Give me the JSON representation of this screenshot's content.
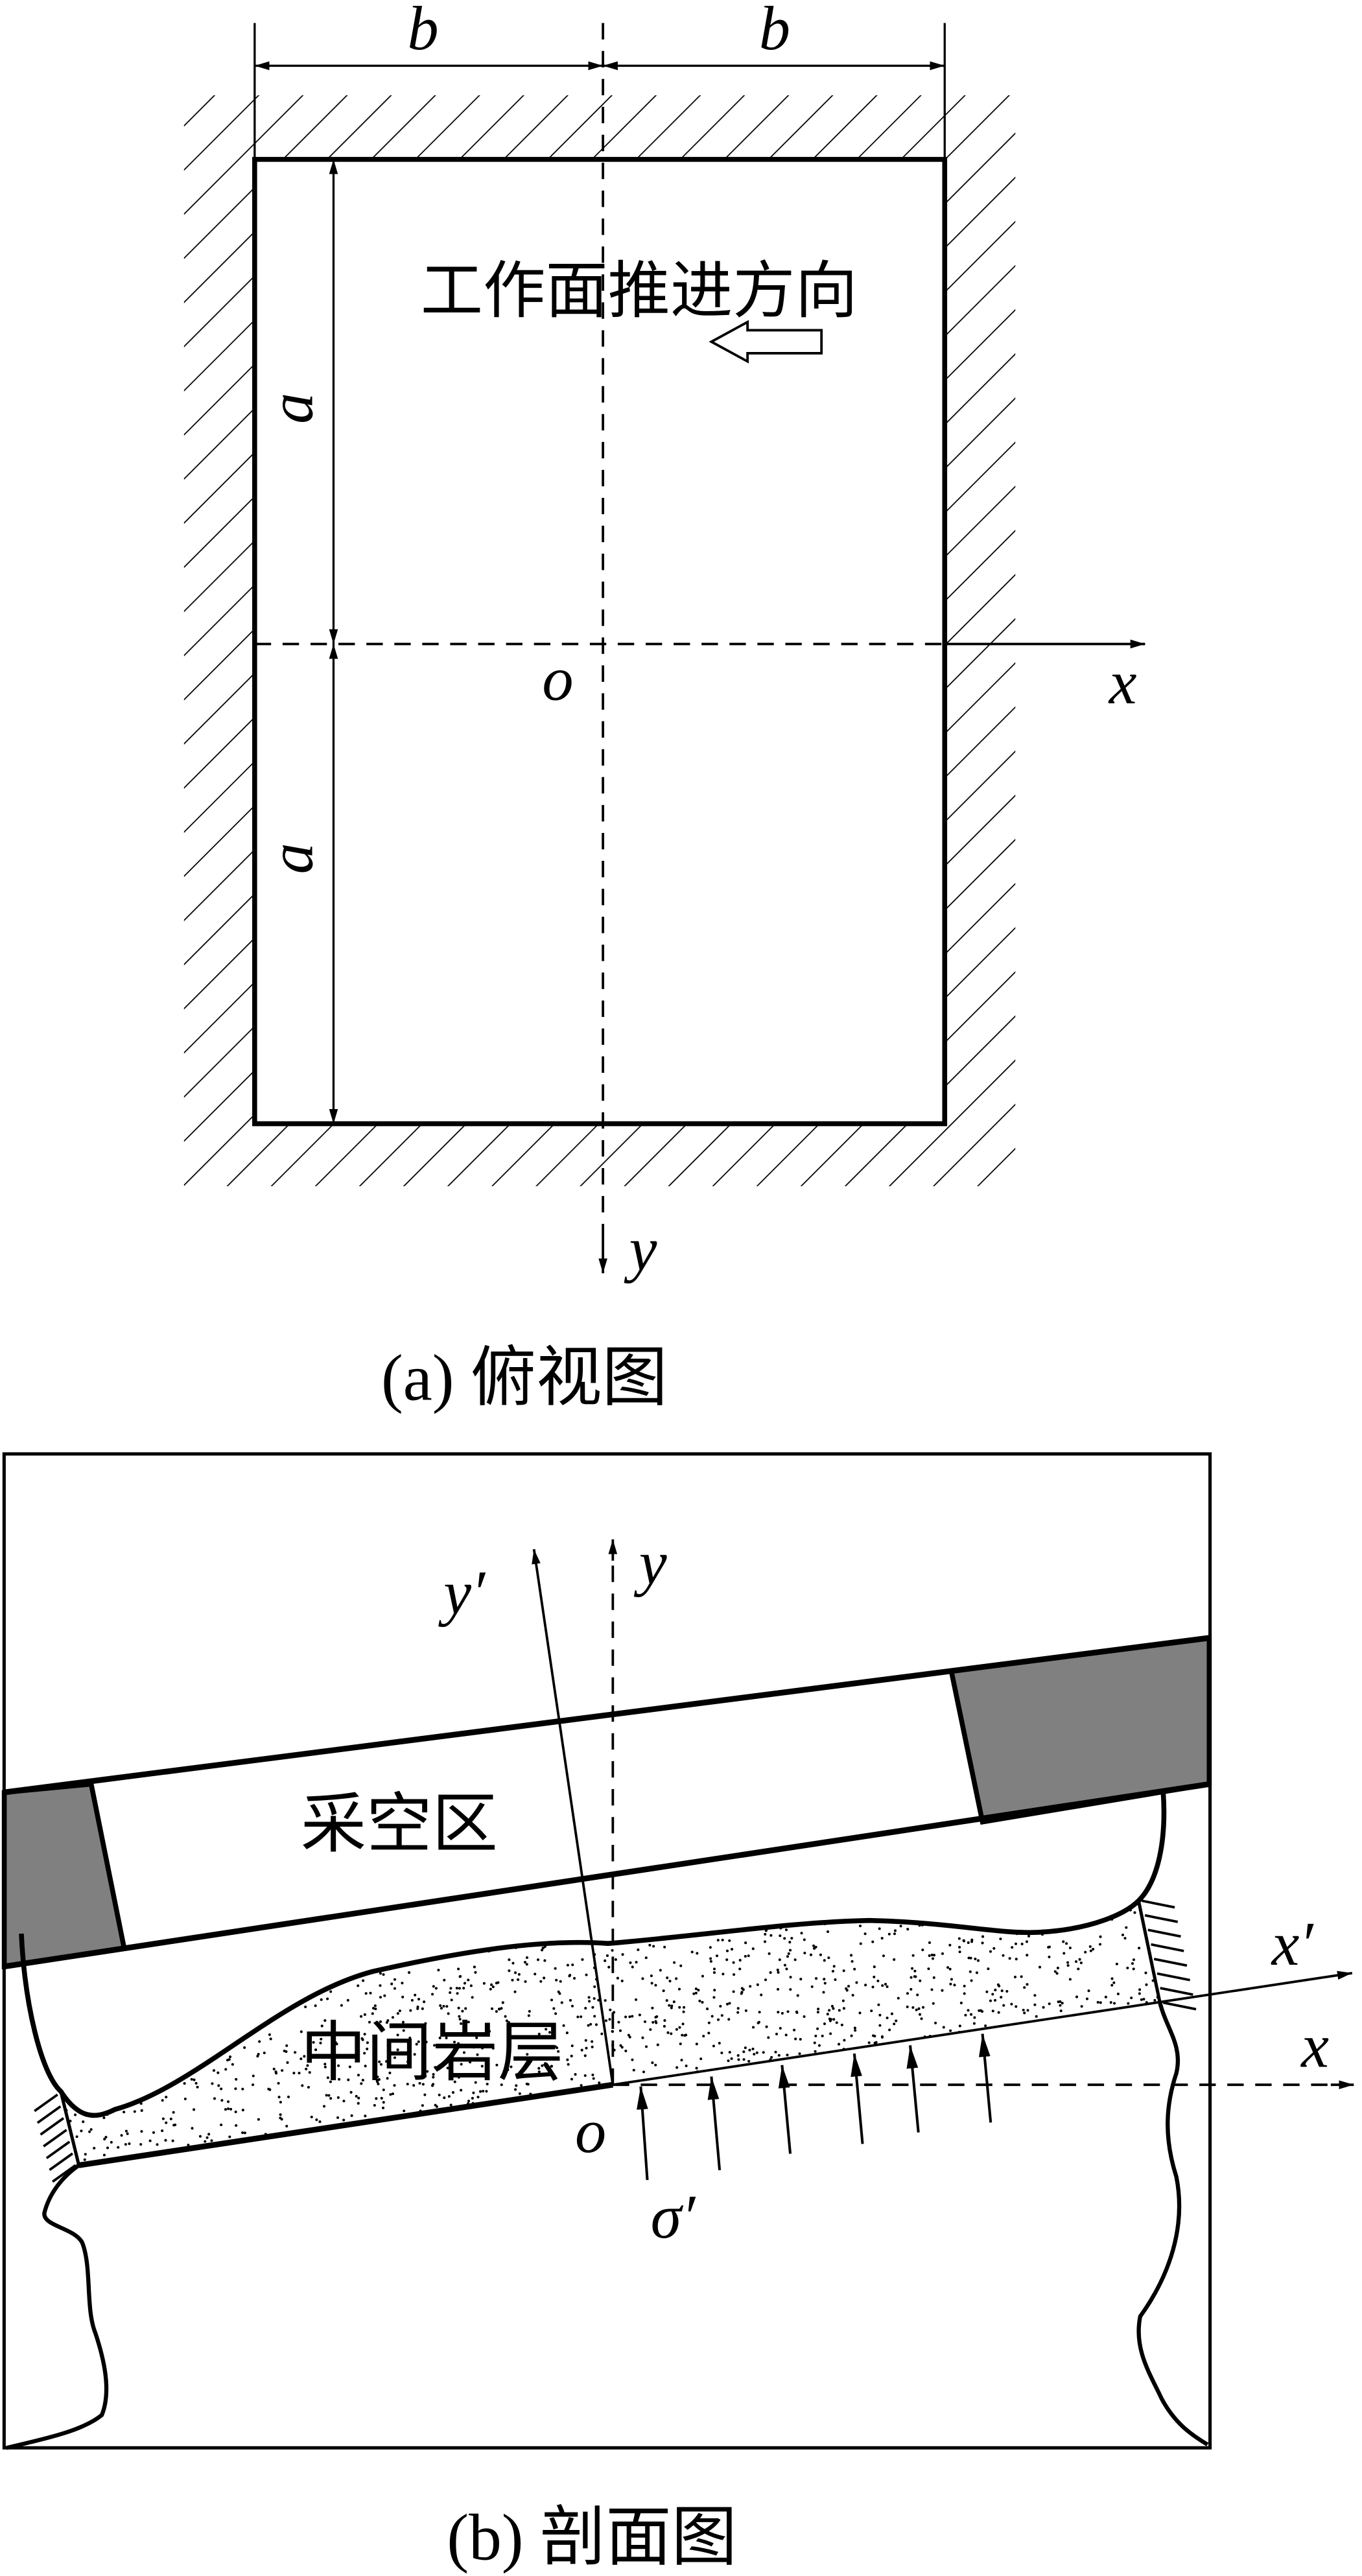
{
  "top_view": {
    "dim_b_left": "b",
    "dim_b_right": "b",
    "dim_a_top": "a",
    "dim_a_bottom": "a",
    "direction_text": "工作面推进方向",
    "axis_x": "x",
    "axis_y": "y",
    "origin": "o",
    "caption": "(a)  俯视图"
  },
  "section_view": {
    "goaf_label": "采空区",
    "middle_layer_label": "中间岩层",
    "axis_x": "x",
    "axis_y": "y",
    "axis_x_prime": "x′",
    "axis_y_prime": "y′",
    "origin": "o",
    "stress_label": "σ′",
    "caption": "(b)  剖面图"
  },
  "colors": {
    "coal_pillar": "#808080",
    "line": "#000000"
  }
}
